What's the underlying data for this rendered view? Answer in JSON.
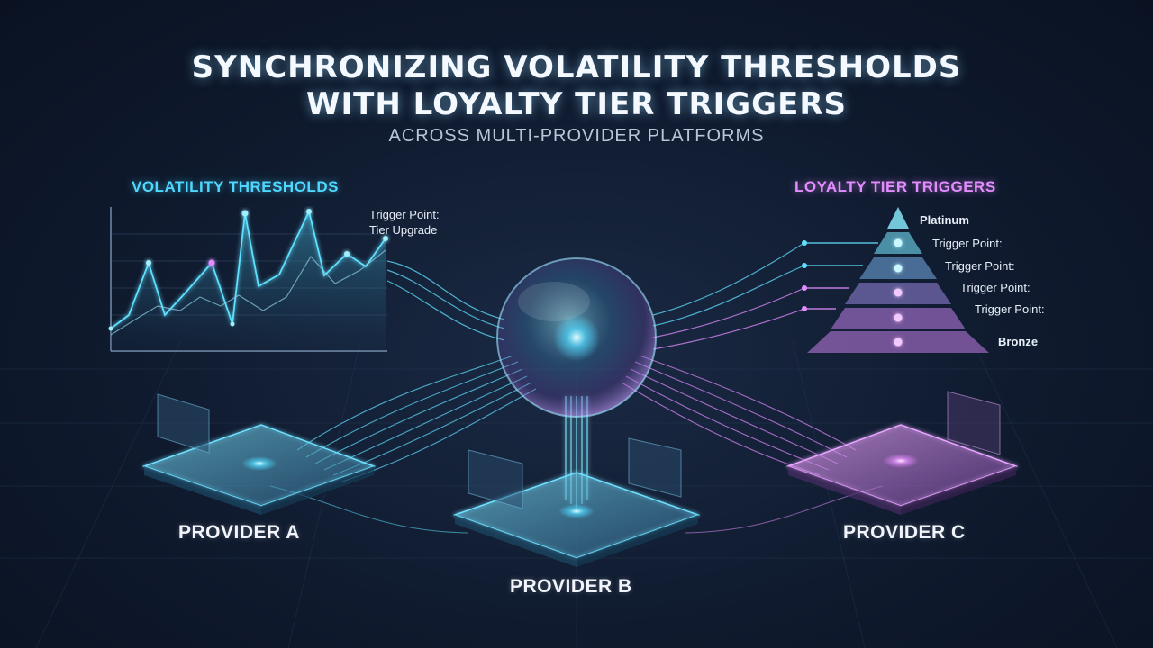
{
  "title": {
    "line1": "SYNCHRONIZING VOLATILITY THRESHOLDS",
    "line2": "WITH LOYALTY TIER TRIGGERS",
    "subtitle": "ACROSS MULTI-PROVIDER PLATFORMS"
  },
  "volatility": {
    "heading": "VOLATILITY THRESHOLDS",
    "note_line1": "Trigger Point:",
    "note_line2": "Tier Upgrade"
  },
  "loyalty": {
    "heading": "LOYALTY TIER TRIGGERS",
    "tiers": [
      "Platinum",
      "Trigger Point:",
      "Trigger Point:",
      "Trigger Point:",
      "Trigger Point:",
      "Bronze"
    ]
  },
  "providers": [
    "PROVIDER A",
    "PROVIDER B",
    "PROVIDER C"
  ],
  "colors": {
    "cyan": "#4fd8ff",
    "magenta": "#e38cff",
    "background": "#0f1a2e"
  }
}
